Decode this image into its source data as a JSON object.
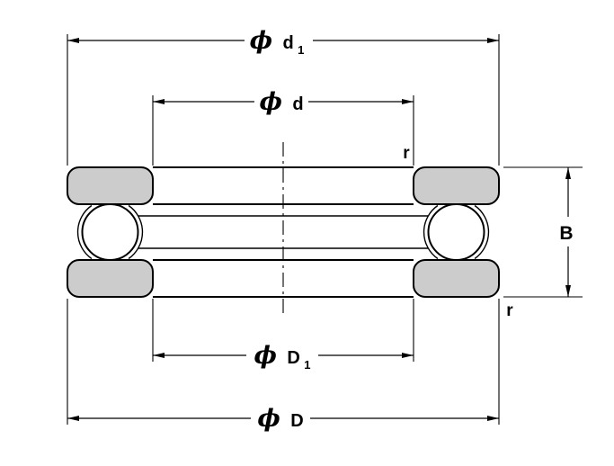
{
  "diagram": {
    "colors": {
      "line": "#000000",
      "washer_fill": "#cccccc",
      "background": "#ffffff"
    },
    "dimensions": {
      "d1": {
        "phi": "ϕ",
        "letter": "d",
        "subscript": "1"
      },
      "d": {
        "phi": "ϕ",
        "letter": "d"
      },
      "D1": {
        "phi": "ϕ",
        "letter": "D",
        "subscript": "1"
      },
      "D": {
        "phi": "ϕ",
        "letter": "D"
      },
      "B": {
        "letter": "B"
      },
      "r_top": {
        "letter": "r"
      },
      "r_bottom": {
        "letter": "r"
      }
    }
  }
}
